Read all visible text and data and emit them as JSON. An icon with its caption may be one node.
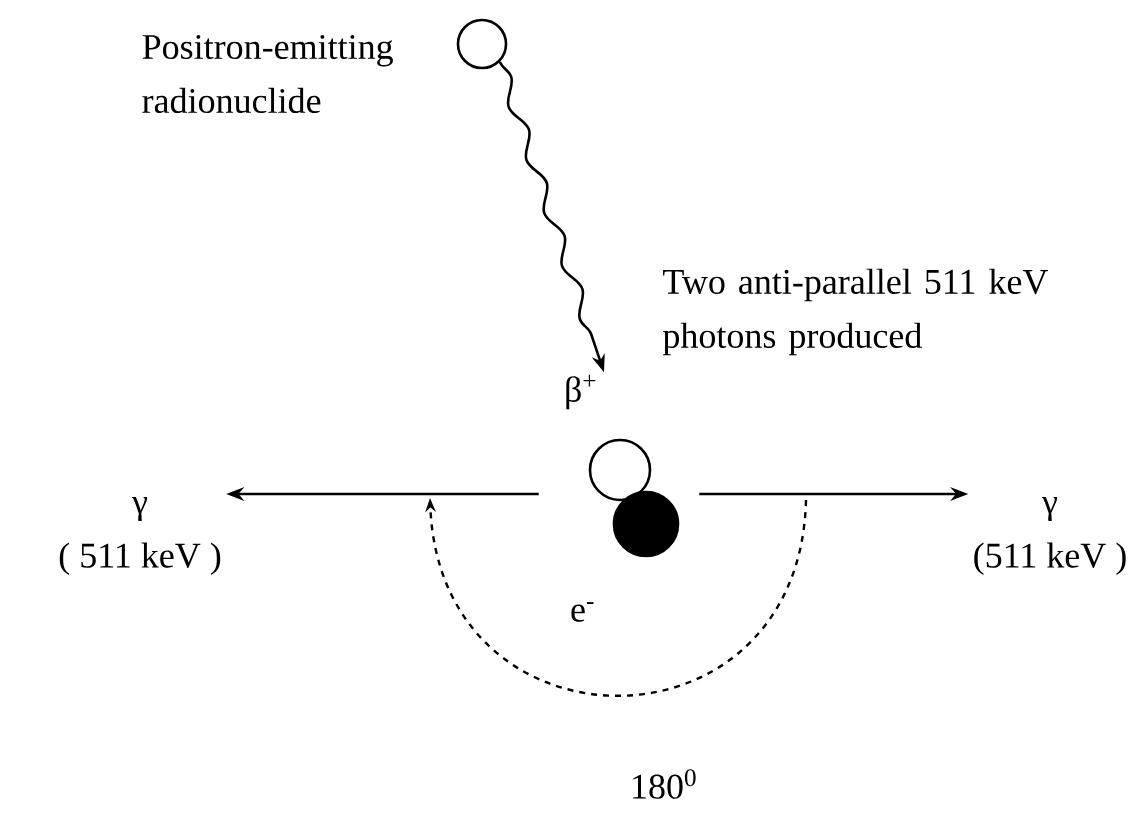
{
  "diagram": {
    "nodes": [
      {
        "text": [],
        "shape": "circle",
        "beside": [
          "Positron-emitting radionuclide"
        ]
      },
      {
        "text": [],
        "shape": "circle",
        "beside": [
          "β$^{+}$"
        ]
      },
      {
        "text": [],
        "shape": "circle",
        "beside": [
          "e$^{-}$"
        ]
      },
      {
        "text": [
          "γ",
          "( 511 keV )"
        ]
      },
      {
        "text": [
          "γ",
          "(511 keV )"
        ]
      }
    ],
    "edges": [
      {
        "from": 0,
        "to": 1,
        "arrow": "to"
      },
      {
        "from": 1,
        "to": 3,
        "arrow": "to"
      },
      {
        "from": 2,
        "to": 4,
        "arrow": "to"
      }
    ],
    "labels": [
      "Two anti-parallel 511 keV photons produced",
      "180$^{0}$"
    ]
  }
}
